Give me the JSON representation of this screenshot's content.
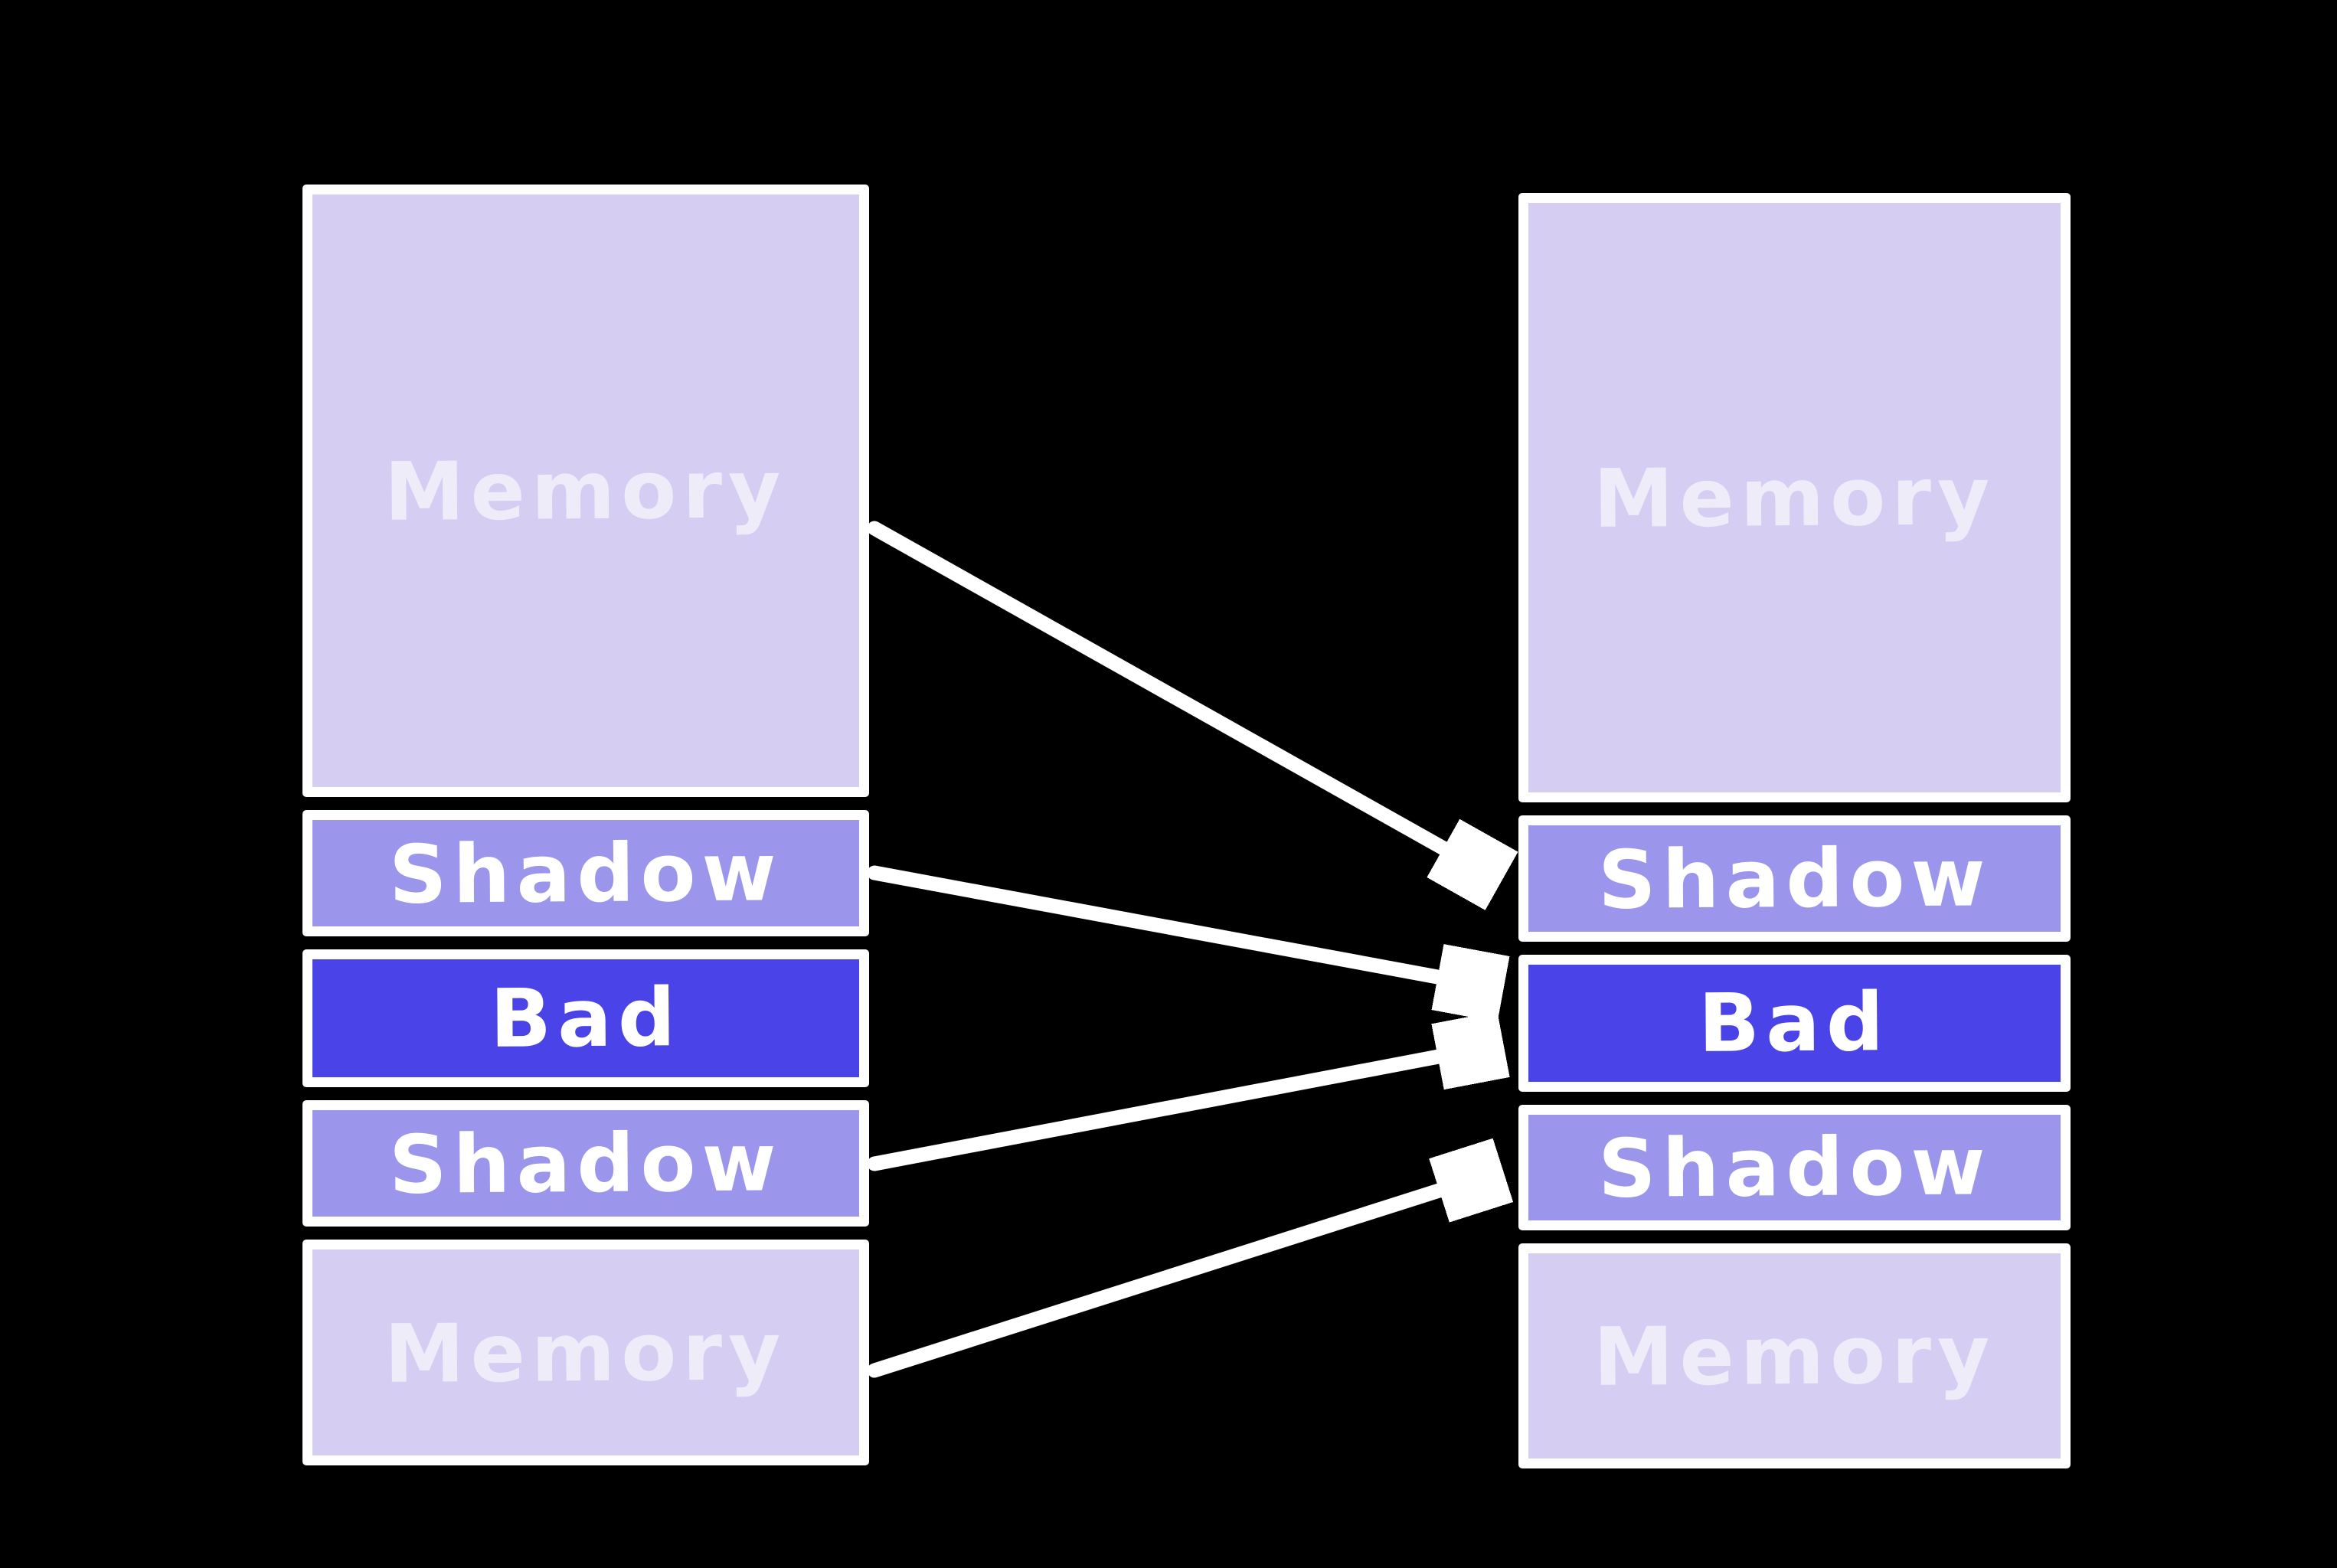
{
  "diagram": {
    "type": "memory-shadow-mapping",
    "colors": {
      "memory": "#d6cdf2",
      "shadow": "#9b96ec",
      "bad": "#4a43e8",
      "border": "#ffffff",
      "arrow": "#ffffff",
      "label": "#ffffff",
      "label_memory": "rgba(255,255,255,0.62)",
      "background": "#000000"
    },
    "columns": {
      "left": {
        "segments": [
          {
            "label": "Memory",
            "type": "memory"
          },
          {
            "label": "Shadow",
            "type": "shadow"
          },
          {
            "label": "Bad",
            "type": "bad"
          },
          {
            "label": "Shadow",
            "type": "shadow"
          },
          {
            "label": "Memory",
            "type": "memory"
          }
        ]
      },
      "right": {
        "segments": [
          {
            "label": "Memory",
            "type": "memory"
          },
          {
            "label": "Shadow",
            "type": "shadow"
          },
          {
            "label": "Bad",
            "type": "bad"
          },
          {
            "label": "Shadow",
            "type": "shadow"
          },
          {
            "label": "Memory",
            "type": "memory"
          }
        ]
      }
    },
    "arrows": [
      {
        "from": "left-memory-top",
        "to": "right-shadow-top"
      },
      {
        "from": "left-shadow-top",
        "to": "right-bad"
      },
      {
        "from": "left-shadow-bottom",
        "to": "right-bad"
      },
      {
        "from": "left-memory-bottom",
        "to": "right-shadow-bottom"
      }
    ]
  }
}
